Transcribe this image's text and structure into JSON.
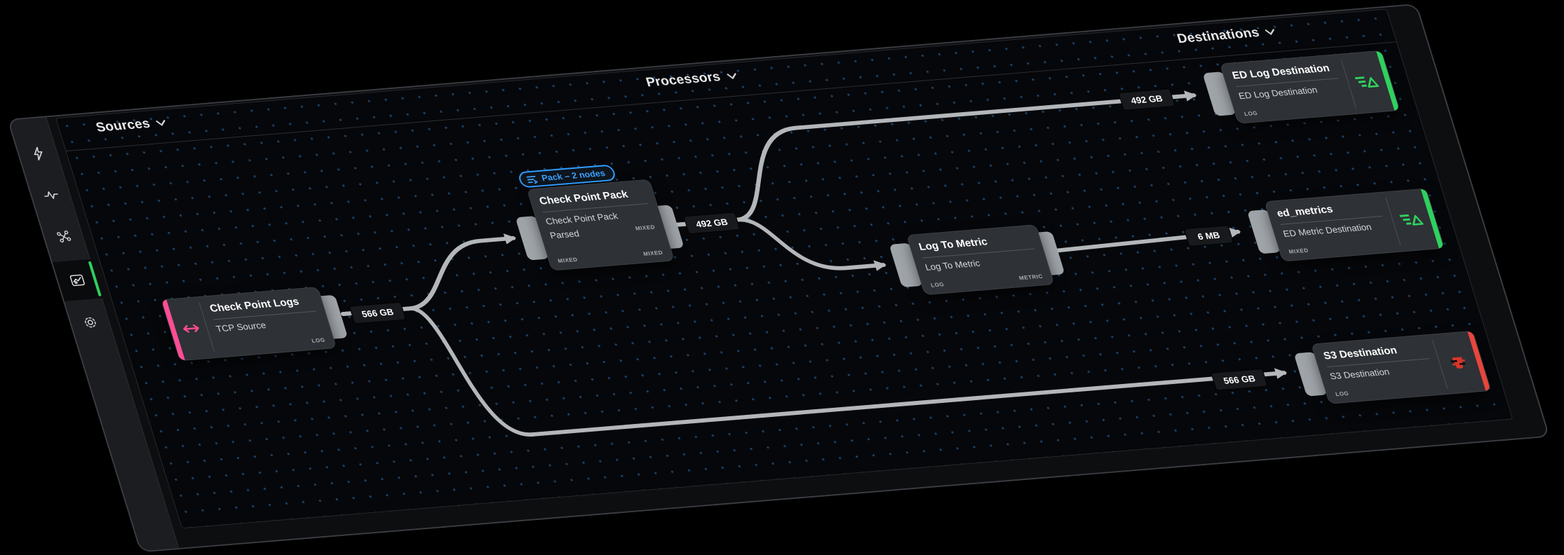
{
  "sidebar": {
    "icons": [
      {
        "name": "bolt-icon"
      },
      {
        "name": "activity-icon"
      },
      {
        "name": "cluster-icon"
      },
      {
        "name": "pipelines-icon",
        "active": true
      },
      {
        "name": "gear-icon"
      }
    ],
    "active_indicator_color": "#2fd15e"
  },
  "canvas": {
    "sections": {
      "sources": "Sources",
      "processors": "Processors",
      "destinations": "Destinations"
    },
    "badge": {
      "label": "Pack – 2 nodes",
      "color": "#2f9dff",
      "icon": "pack-collapse-icon"
    },
    "nodes": {
      "source": {
        "title": "Check Point Logs",
        "subtitle": "TCP Source",
        "tag_out": "LOG",
        "accent": "#ff4d94",
        "icon": "tcp-arrows-icon"
      },
      "pack": {
        "title": "Check Point Pack",
        "subtitle": "Check Point Pack",
        "row2_left": "Parsed",
        "row2_right": "MIXED",
        "tag_in": "MIXED",
        "tag_out": "MIXED"
      },
      "log_to_metric": {
        "title": "Log To Metric",
        "subtitle": "Log To Metric",
        "tag_in": "LOG",
        "tag_out": "METRIC"
      },
      "ed_log": {
        "title": "ED Log Destination",
        "subtitle": "ED Log Destination",
        "tag_in": "LOG",
        "accent": "#2fd15e",
        "icon": "edgedelta-icon"
      },
      "ed_metrics": {
        "title": "ed_metrics",
        "subtitle": "ED Metric Destination",
        "tag_in": "MIXED",
        "accent": "#2fd15e",
        "icon": "edgedelta-icon"
      },
      "s3": {
        "title": "S3 Destination",
        "subtitle": "S3 Destination",
        "tag_in": "LOG",
        "accent": "#e8453c",
        "icon": "s3-icon"
      }
    },
    "link_labels": {
      "source_out": "566 GB",
      "pack_out": "492 GB",
      "ed_log_in": "492 GB",
      "ed_metrics_in": "6 MB",
      "s3_in": "566 GB"
    },
    "colors": {
      "wire": "#b4b7ba",
      "dot_grid": "#1c4063",
      "node_bg": "#2e3136"
    }
  }
}
